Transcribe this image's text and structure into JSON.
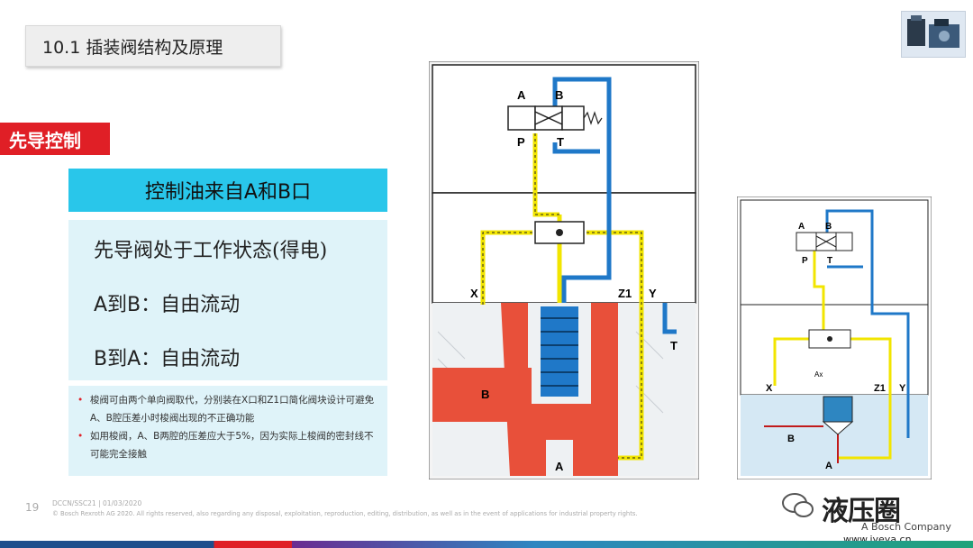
{
  "title": "10.1 插装阀结构及原理",
  "tag": "先导控制",
  "header_box": "控制油来自A和B口",
  "state_lines": [
    "先导阀处于工作状态(得电)",
    "A到B：自由流动",
    "B到A：自由流动"
  ],
  "notes": [
    "梭阀可由两个单向阀取代，分别装在X口和Z1口简化阀块设计可避免A、B腔压差小时梭阀出现的不正确功能",
    "如用梭阀，A、B两腔的压差应大于5%，因为实际上梭阀的密封线不可能完全接触"
  ],
  "footer": {
    "page_number": "19",
    "doc_line": "DCCN/SSC21 | 01/03/2020",
    "legal_line": "© Bosch Rexroth AG 2020. All rights reserved, also regarding any disposal, exploitation, reproduction, editing, distribution, as well as in the event of applications for industrial property rights."
  },
  "diagram_left": {
    "labels": {
      "a": "A",
      "b": "B",
      "p": "P",
      "t": "T",
      "x": "X",
      "z1": "Z1",
      "y": "Y",
      "t_out": "T",
      "port_b": "B",
      "port_a": "A"
    }
  },
  "diagram_right": {
    "labels": {
      "a": "A",
      "b": "B",
      "p": "P",
      "t": "T",
      "x": "X",
      "z1": "Z1",
      "y": "Y",
      "ax": "Ax",
      "port_b": "B",
      "port_a": "A"
    }
  },
  "watermark": {
    "text": "液压圈",
    "company": "A Bosch Company",
    "url": "www.iyeya.cn"
  },
  "colors": {
    "red": "#e01f26",
    "cyan": "#29c6ea",
    "yellow": "#f2e500",
    "blue": "#1f78c8"
  }
}
